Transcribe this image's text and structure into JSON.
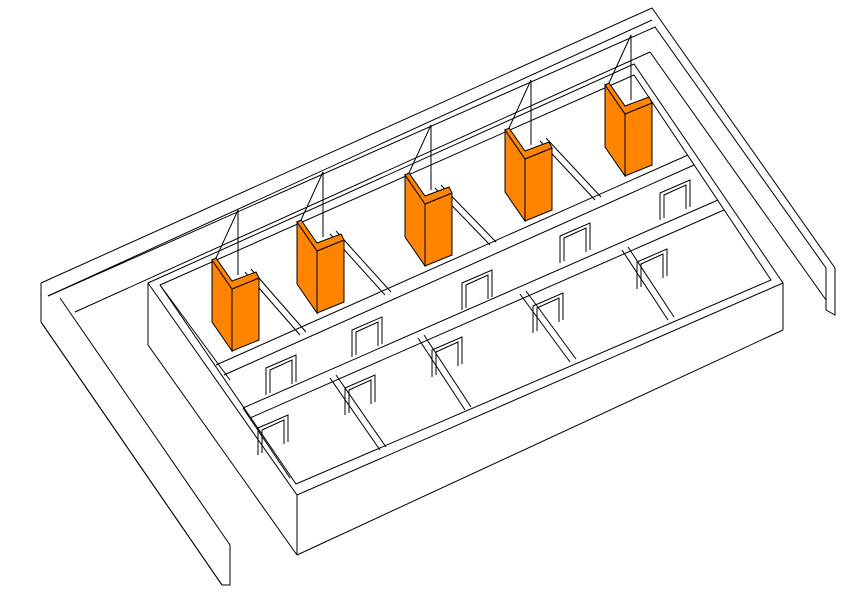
{
  "drawing": {
    "style": "isometric-line-drawing",
    "line_color": "#000000",
    "highlight_color": "#ff8400",
    "highlighted_elements": "column",
    "column_count": 5
  }
}
